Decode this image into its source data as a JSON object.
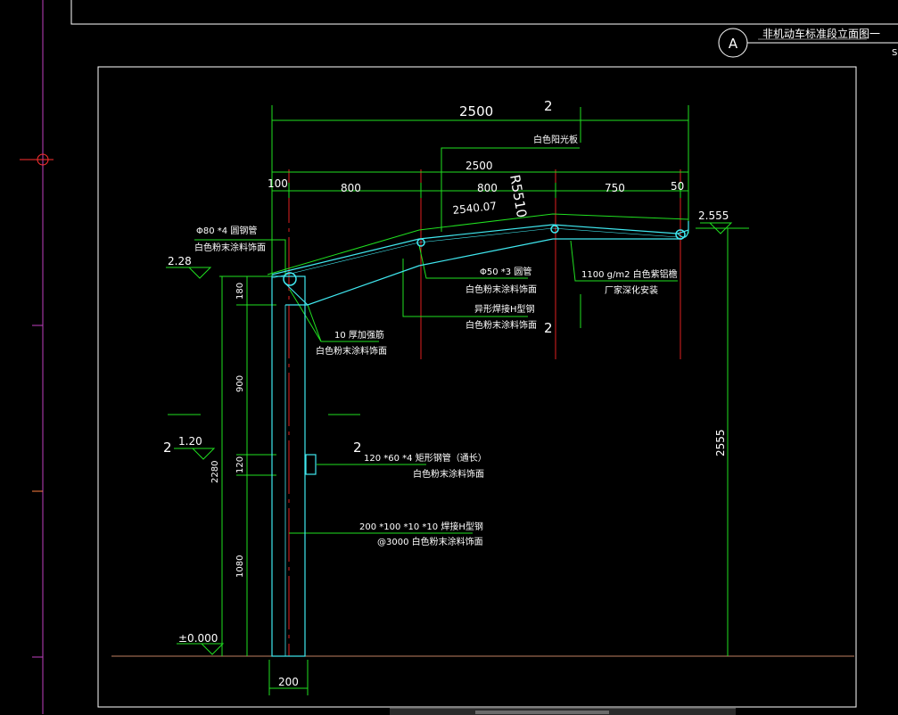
{
  "title_block": {
    "marker": "A",
    "title": "非机动车标准段立面图一",
    "scale_fragment": "S"
  },
  "dims": {
    "top_total": "2500",
    "mark_2_top": "2",
    "second_total": "2500",
    "seg_100": "100",
    "seg_800a": "800",
    "seg_800b": "800",
    "seg_750": "750",
    "seg_50": "50",
    "arc_len": "2540.07",
    "radius": "R5510",
    "bottom_200": "200",
    "v_180": "180",
    "v_900": "900",
    "v_120": "120",
    "v_1080": "1080",
    "v_2280": "2280",
    "v_2555": "2555"
  },
  "elevations": {
    "e_2555": "2.555",
    "e_228": "2.28",
    "e_120": "1.20",
    "e_000": "±0.000"
  },
  "section_marks": {
    "mark_left": "2",
    "mark_mid": "2",
    "mark_right": "2"
  },
  "annotations": {
    "sunshade": "白色阳光板",
    "pipe80_line1": "Φ80 *4 圆钢管",
    "pipe80_line2": "白色粉末涂料饰面",
    "pipe50_line1": "Φ50 *3 圆管",
    "pipe50_line2": "白色粉末涂料饰面",
    "hbeam_line1": "异形焊接H型钢",
    "hbeam_line2": "白色粉末涂料饰面",
    "gusset_line1": "10 厚加强筋",
    "gusset_line2": "白色粉末涂料饰面",
    "gutter_line1": "1100 g/m2  白色紫铝檐",
    "gutter_line2": "厂家深化安装",
    "rect_line1": "120 *60 *4 矩形钢管（通长）",
    "rect_line2": "白色粉末涂料饰面",
    "column_line1": "200 *100 *10 *10 焊接H型钢",
    "column_line2": "@3000 白色粉末涂料饰面"
  }
}
